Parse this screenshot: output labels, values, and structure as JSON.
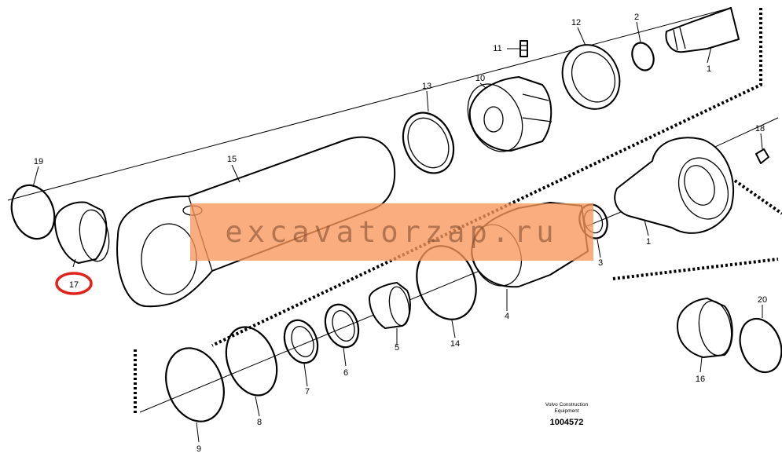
{
  "labels": {
    "p1a": "1",
    "p1b": "1",
    "p2": "2",
    "p3": "3",
    "p4": "4",
    "p5": "5",
    "p6": "6",
    "p7": "7",
    "p8": "8",
    "p9": "9",
    "p10": "10",
    "p11": "11",
    "p12": "12",
    "p13": "13",
    "p14": "14",
    "p15": "15",
    "p16": "16",
    "p17": "17",
    "p18": "18",
    "p19": "19",
    "p20": "20"
  },
  "caption": {
    "line1": "Volvo Construction",
    "line2": "Equipment",
    "doc_no": "1004572"
  },
  "watermark": "excavatorzap.ru",
  "colors": {
    "highlight_circle": "#e0241b",
    "watermark_band": "#f8965a",
    "ink": "#000000"
  }
}
